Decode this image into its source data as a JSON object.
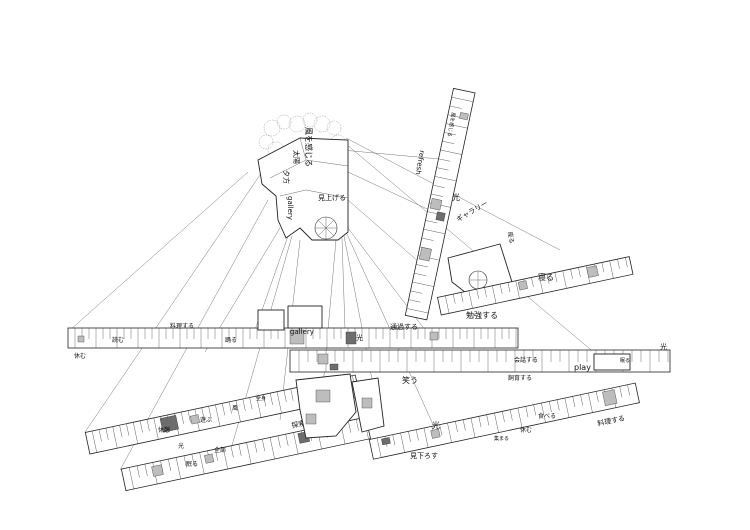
{
  "labels": {
    "kaze": "風を感じる",
    "taiyo": "太陽",
    "yugata": "夕方",
    "miageru": "見上げる",
    "gallery_top": "gallery",
    "refresh": "refresh",
    "kanjiru_tower": "風を感じる",
    "hikari_tower": "光",
    "gallery_kata": "ギャラリー",
    "suwaru": "座る",
    "benkyo": "勉強する",
    "neru": "寝る",
    "ryori_left": "料理する",
    "yasumu_left": "休む",
    "yomu_left": "読む",
    "gallery_mid": "gallery",
    "tsuuka": "通過する",
    "hikari_mid": "光",
    "odoru": "踊る",
    "warau": "笑う",
    "kaiwa": "会話する",
    "kau": "飼育する",
    "play": "play",
    "hikari_right": "光",
    "nemuru_right": "眠る",
    "hikari_slant": "光",
    "miorosu": "見下ろす",
    "taberu": "食べる",
    "yasumu_right": "休む",
    "ryori_right": "料理する",
    "shugo": "集まる",
    "kyukei": "休憩",
    "hikari_low": "光",
    "kaze_low": "風",
    "asobu": "遊ぶ",
    "zenshin": "全身",
    "tansaku": "探索",
    "nemuru_low": "眠る",
    "zenbu": "全部"
  }
}
